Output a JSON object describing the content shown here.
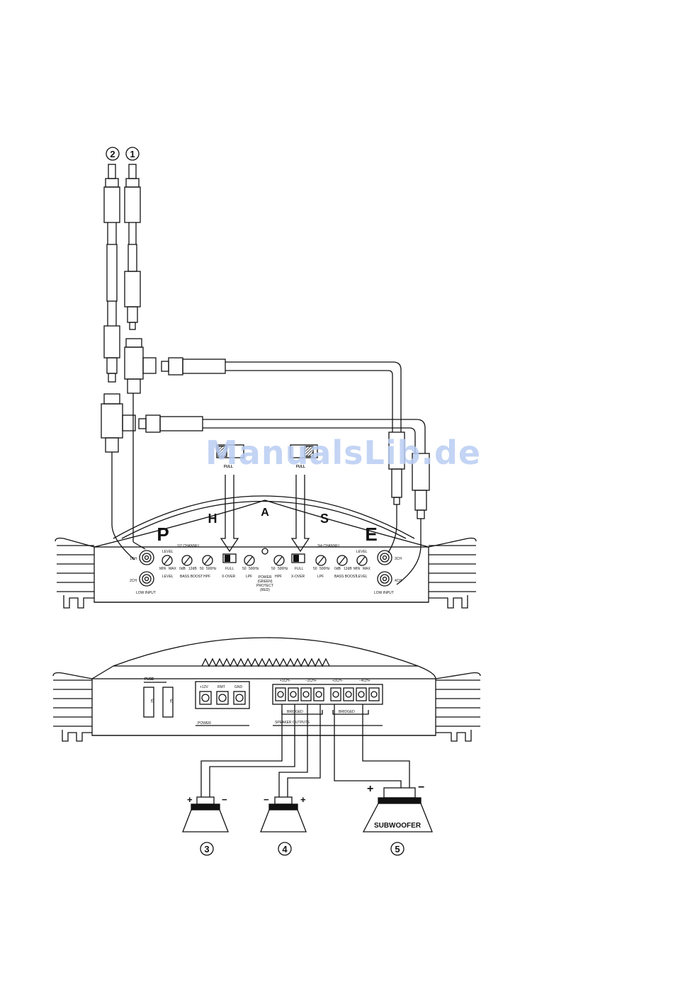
{
  "watermark": "ManualsLib.de",
  "callouts": [
    "2",
    "1",
    "3",
    "4",
    "5"
  ],
  "brand_letters": [
    "P",
    "H",
    "A",
    "S",
    "E"
  ],
  "top_panel": {
    "ch12_header": "1/2 CHANNEL",
    "ch34_header": "3/4 CHANNEL",
    "in_1ch": "1CH",
    "in_2ch": "2CH",
    "in_3ch": "3CH",
    "in_4ch": "4CH",
    "low_input": "LOW INPUT",
    "level": "LEVEL",
    "min": "MIN",
    "max": "MAX",
    "db0": "0dB",
    "db12": "12dB",
    "bass_boost": "BASS BOOST",
    "hz50": "50",
    "hz500": "500Hz",
    "hpf": "HPF",
    "lpf": "LPF",
    "x_over": "X-OVER",
    "full": "FULL",
    "power_led": [
      "POWER",
      "(GREEN)",
      "PROTECT",
      "(RED)"
    ]
  },
  "bottom_panel": {
    "fuse": "FUSE",
    "fuse_value": "25",
    "p12v": "+12V",
    "rmt": "RMT",
    "gnd": "GND",
    "power": "POWER",
    "ch1": "+1CH−",
    "ch2": "−2CH+",
    "ch3": "+3CH−",
    "ch4": "−4CH+",
    "bridged": "BRIDGED",
    "speaker_outputs": "SPEAKER OUTPUTS"
  },
  "subwoofer": "SUBWOOFER",
  "plus": "+",
  "minus": "−"
}
